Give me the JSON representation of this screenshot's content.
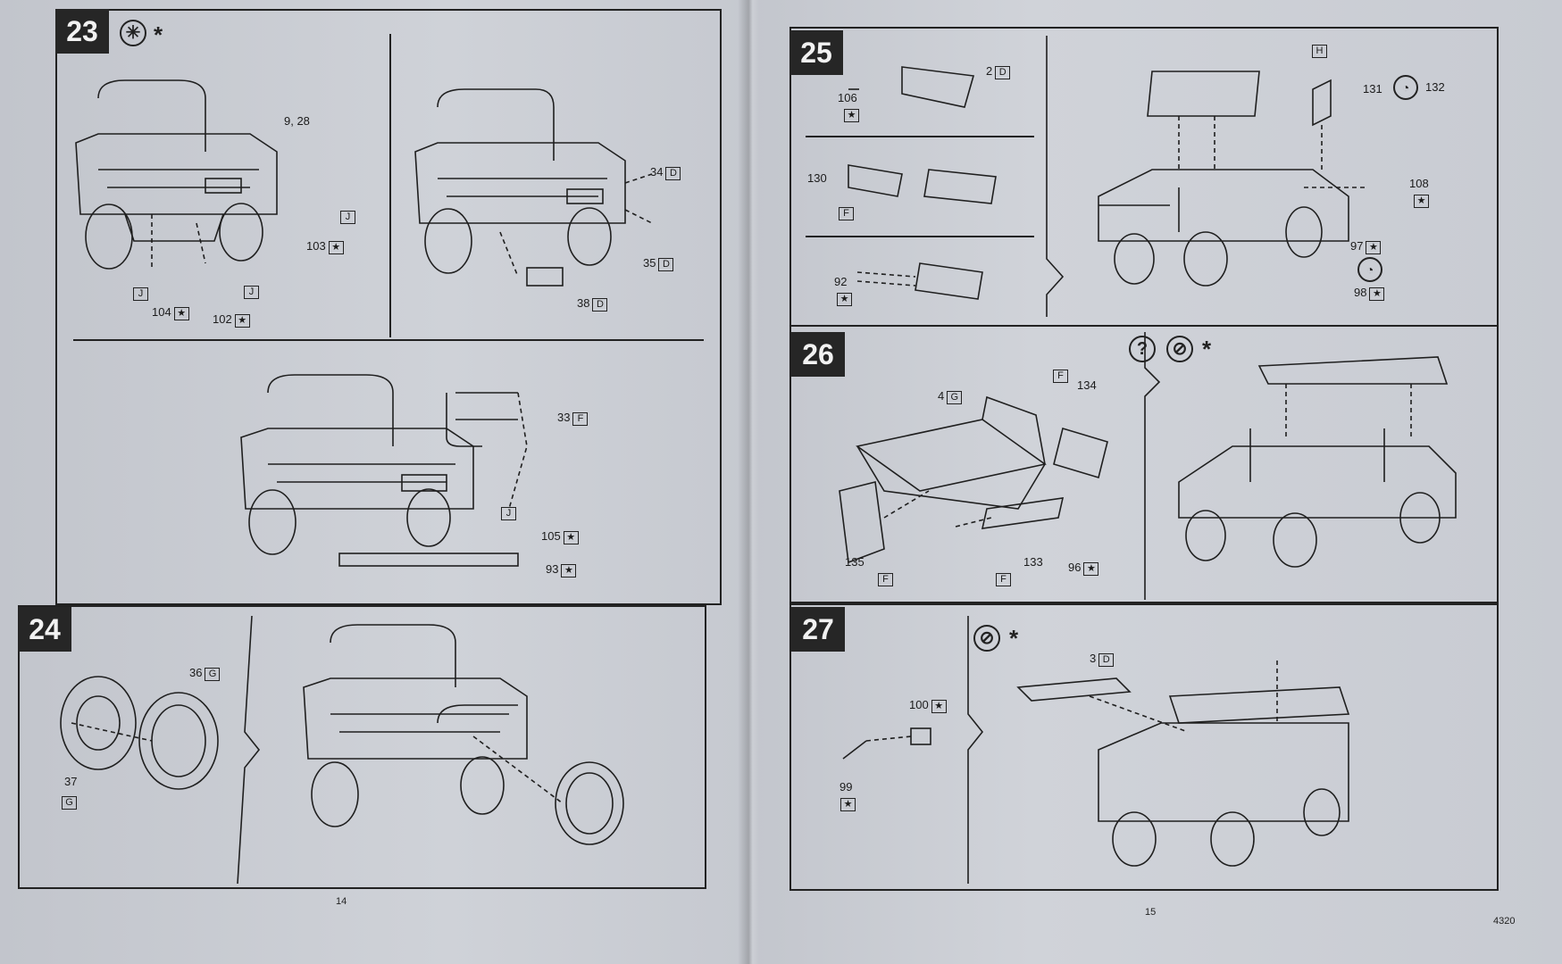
{
  "steps": [
    {
      "number": "23"
    },
    {
      "number": "24"
    },
    {
      "number": "25"
    },
    {
      "number": "26"
    },
    {
      "number": "27"
    }
  ],
  "star": "*",
  "question_symbol": "?",
  "labels": {
    "s23_9_28": "9, 28",
    "s23_34": "34",
    "s23_34_box": "D",
    "s23_103": "103",
    "s23_103_box": "★",
    "s23_35": "35",
    "s23_35_box": "D",
    "s23_j1": "J",
    "s23_j2": "J",
    "s23_j3": "J",
    "s23_38": "38",
    "s23_38_box": "D",
    "s23_104": "104",
    "s23_104_box": "★",
    "s23_102": "102",
    "s23_102_box": "★",
    "s23_33": "33",
    "s23_33_box": "F",
    "s23_j4": "J",
    "s23_105": "105",
    "s23_105_box": "★",
    "s23_93": "93",
    "s23_93_box": "★",
    "s24_36": "36",
    "s24_36_box": "G",
    "s24_37": "37",
    "s24_37_box": "G",
    "s25_2": "2",
    "s25_2_box": "D",
    "s25_106": "106",
    "s25_106_box": "★",
    "s25_h_box": "H",
    "s25_131": "131",
    "s25_132": "132",
    "s25_130": "130",
    "s25_130_box": "F",
    "s25_108": "108",
    "s25_108_box": "★",
    "s25_92": "92",
    "s25_92_box": "★",
    "s25_97": "97",
    "s25_97_box": "★",
    "s25_98": "98",
    "s25_98_box": "★",
    "s26_4": "4",
    "s26_4_box": "G",
    "s26_f_top": "F",
    "s26_134": "134",
    "s26_135": "135",
    "s26_135_box": "F",
    "s26_133": "133",
    "s26_133_box": "F",
    "s26_96": "96",
    "s26_96_box": "★",
    "s27_3": "3",
    "s27_3_box": "D",
    "s27_100": "100",
    "s27_100_box": "★",
    "s27_99": "99",
    "s27_99_box": "★"
  },
  "page_numbers": {
    "left": "14",
    "right": "15",
    "code": "4320"
  }
}
